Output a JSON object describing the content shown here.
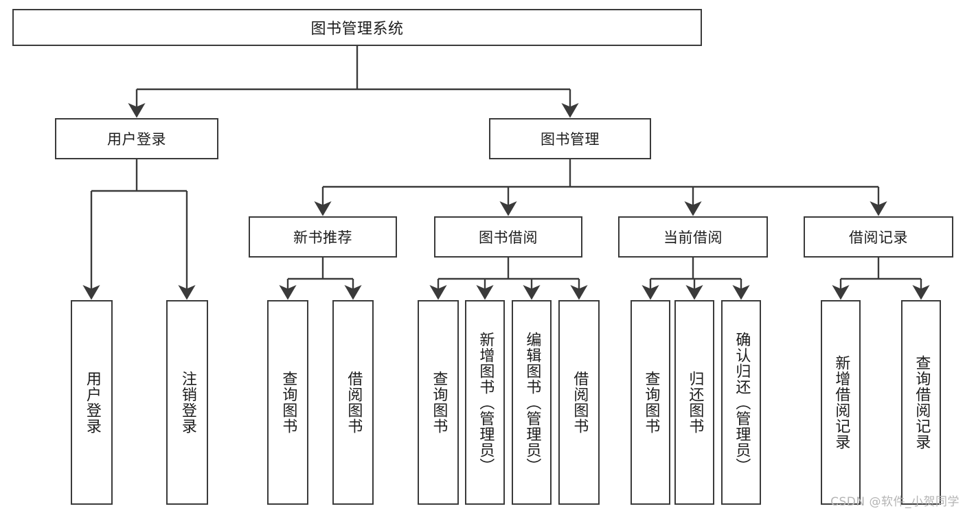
{
  "diagram": {
    "title": "图书管理系统",
    "type": "tree",
    "stroke_color": "#3a3a3a",
    "text_color": "#1c1c1c",
    "background": "#ffffff",
    "root": {
      "id": "root",
      "label": "图书管理系统",
      "orientation": "horizontal"
    },
    "level2": [
      {
        "id": "user-login",
        "label": "用户登录",
        "orientation": "horizontal"
      },
      {
        "id": "book-manage",
        "label": "图书管理",
        "orientation": "horizontal"
      }
    ],
    "level3": [
      {
        "id": "new-book-rec",
        "label": "新书推荐",
        "orientation": "horizontal"
      },
      {
        "id": "book-borrow",
        "label": "图书借阅",
        "orientation": "horizontal"
      },
      {
        "id": "current-borrow",
        "label": "当前借阅",
        "orientation": "horizontal"
      },
      {
        "id": "borrow-record",
        "label": "借阅记录",
        "orientation": "horizontal"
      }
    ],
    "leaves": [
      {
        "id": "leaf-user-login",
        "label": "用户登录",
        "parent": "user-login",
        "orientation": "vertical"
      },
      {
        "id": "leaf-logout-login",
        "label": "注销登录",
        "parent": "user-login",
        "orientation": "vertical"
      },
      {
        "id": "leaf-query-book-1",
        "label": "查询图书",
        "parent": "new-book-rec",
        "orientation": "vertical"
      },
      {
        "id": "leaf-borrow-book-1",
        "label": "借阅图书",
        "parent": "new-book-rec",
        "orientation": "vertical"
      },
      {
        "id": "leaf-query-book-2",
        "label": "查询图书",
        "parent": "book-borrow",
        "orientation": "vertical"
      },
      {
        "id": "leaf-add-book",
        "label": "新增图书（管理员）",
        "parent": "book-borrow",
        "orientation": "vertical"
      },
      {
        "id": "leaf-edit-book",
        "label": "编辑图书（管理员）",
        "parent": "book-borrow",
        "orientation": "vertical"
      },
      {
        "id": "leaf-borrow-book-2",
        "label": "借阅图书",
        "parent": "book-borrow",
        "orientation": "vertical"
      },
      {
        "id": "leaf-query-book-3",
        "label": "查询图书",
        "parent": "current-borrow",
        "orientation": "vertical"
      },
      {
        "id": "leaf-return-book",
        "label": "归还图书",
        "parent": "current-borrow",
        "orientation": "vertical"
      },
      {
        "id": "leaf-confirm-return",
        "label": "确认归还（管理员）",
        "parent": "current-borrow",
        "orientation": "vertical"
      },
      {
        "id": "leaf-add-record",
        "label": "新增借阅记录",
        "parent": "borrow-record",
        "orientation": "vertical"
      },
      {
        "id": "leaf-query-record",
        "label": "查询借阅记录",
        "parent": "borrow-record",
        "orientation": "vertical"
      }
    ]
  },
  "watermark": {
    "text": "CSDN @软件_小贺同学"
  }
}
